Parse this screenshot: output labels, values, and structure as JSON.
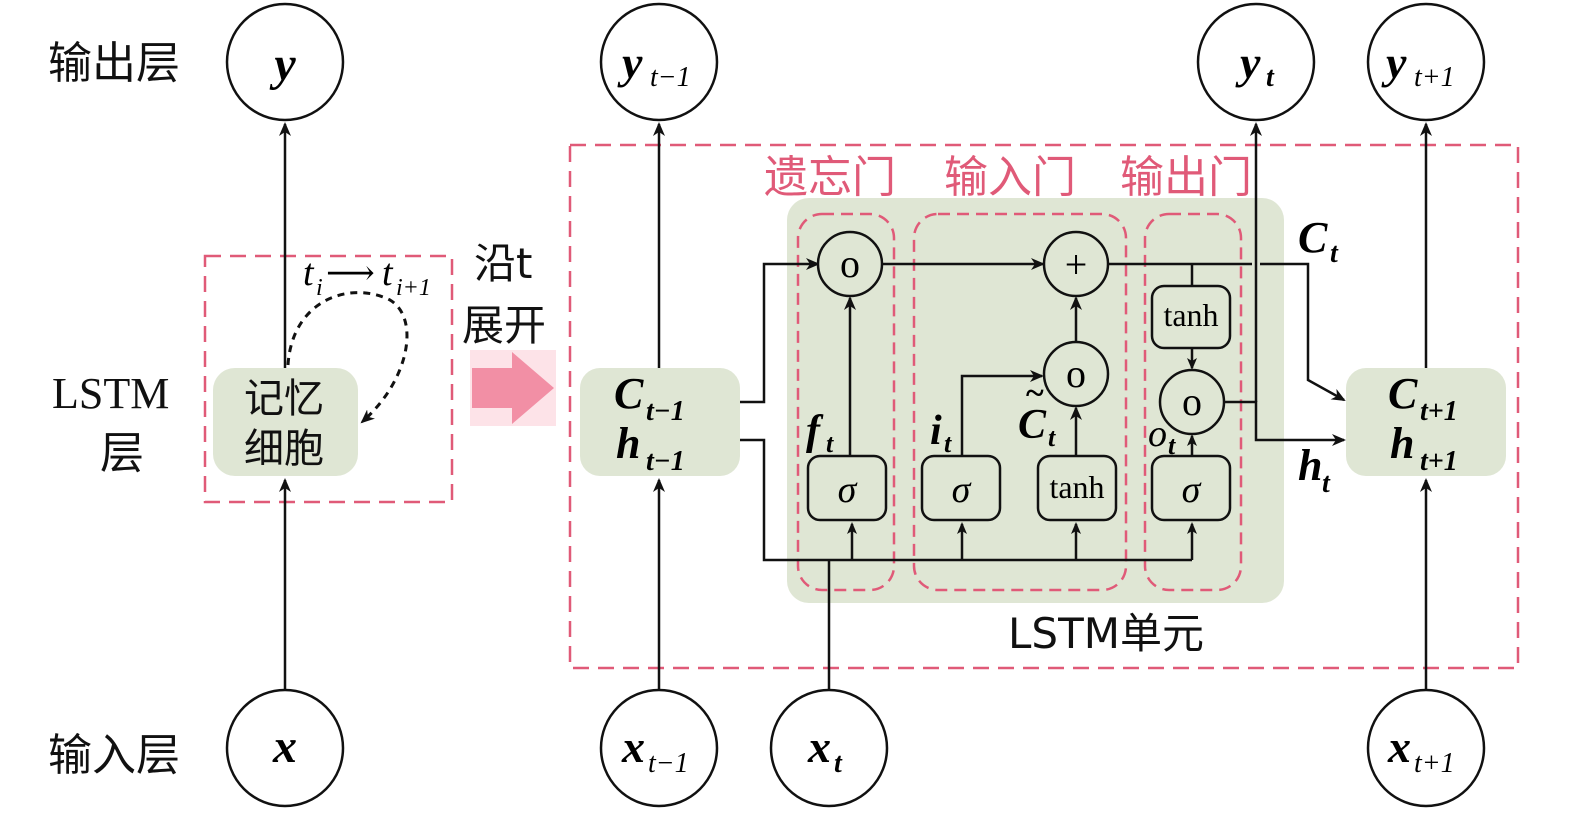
{
  "colors": {
    "line": "#111111",
    "dash_red": "#e05a78",
    "cell_fill": "#dfe6d4",
    "arrow_pink": "#f28fa5",
    "gate_label": "#e05a78"
  },
  "left": {
    "output_layer_label": "输出层",
    "input_layer_label": "输入层",
    "lstm_layer_label_1": "LSTM",
    "lstm_layer_label_2": "层",
    "node_y": "y",
    "node_x": "x",
    "memory_cell_line1": "记忆",
    "memory_cell_line2": "细胞",
    "loop_label_t": "t",
    "loop_label_i": "i",
    "loop_arrow": "⟶",
    "loop_label_t2": "t",
    "loop_label_i1": "i+1"
  },
  "unroll": {
    "line1": "沿t",
    "line2": "展开"
  },
  "gates": {
    "forget": "遗忘门",
    "input": "输入门",
    "output": "输出门"
  },
  "cell_label": "LSTM单元",
  "nodes": {
    "y_prev": {
      "base": "y",
      "sub": "t−1"
    },
    "y_t": {
      "base": "y",
      "sub": "t"
    },
    "y_next": {
      "base": "y",
      "sub": "t+1"
    },
    "x_prev": {
      "base": "x",
      "sub": "t−1"
    },
    "x_t": {
      "base": "x",
      "sub": "t"
    },
    "x_next": {
      "base": "x",
      "sub": "t+1"
    }
  },
  "states": {
    "prev_c": {
      "base": "C",
      "sub": "t−1"
    },
    "prev_h": {
      "base": "h",
      "sub": "t−1"
    },
    "next_c": {
      "base": "C",
      "sub": "t+1"
    },
    "next_h": {
      "base": "h",
      "sub": "t+1"
    },
    "c_t": {
      "base": "C",
      "sub": "t"
    },
    "h_t": {
      "base": "h",
      "sub": "t"
    }
  },
  "ops": {
    "multiply": "o",
    "add": "+",
    "sigma": "σ",
    "tanh": "tanh"
  },
  "labels": {
    "f_t": {
      "base": "f",
      "sub": "t"
    },
    "i_t": {
      "base": "i",
      "sub": "t"
    },
    "c_tilde": {
      "base": "C",
      "sub": "t",
      "accent": "~"
    },
    "o_t": {
      "base": "o",
      "sub": "t"
    }
  }
}
